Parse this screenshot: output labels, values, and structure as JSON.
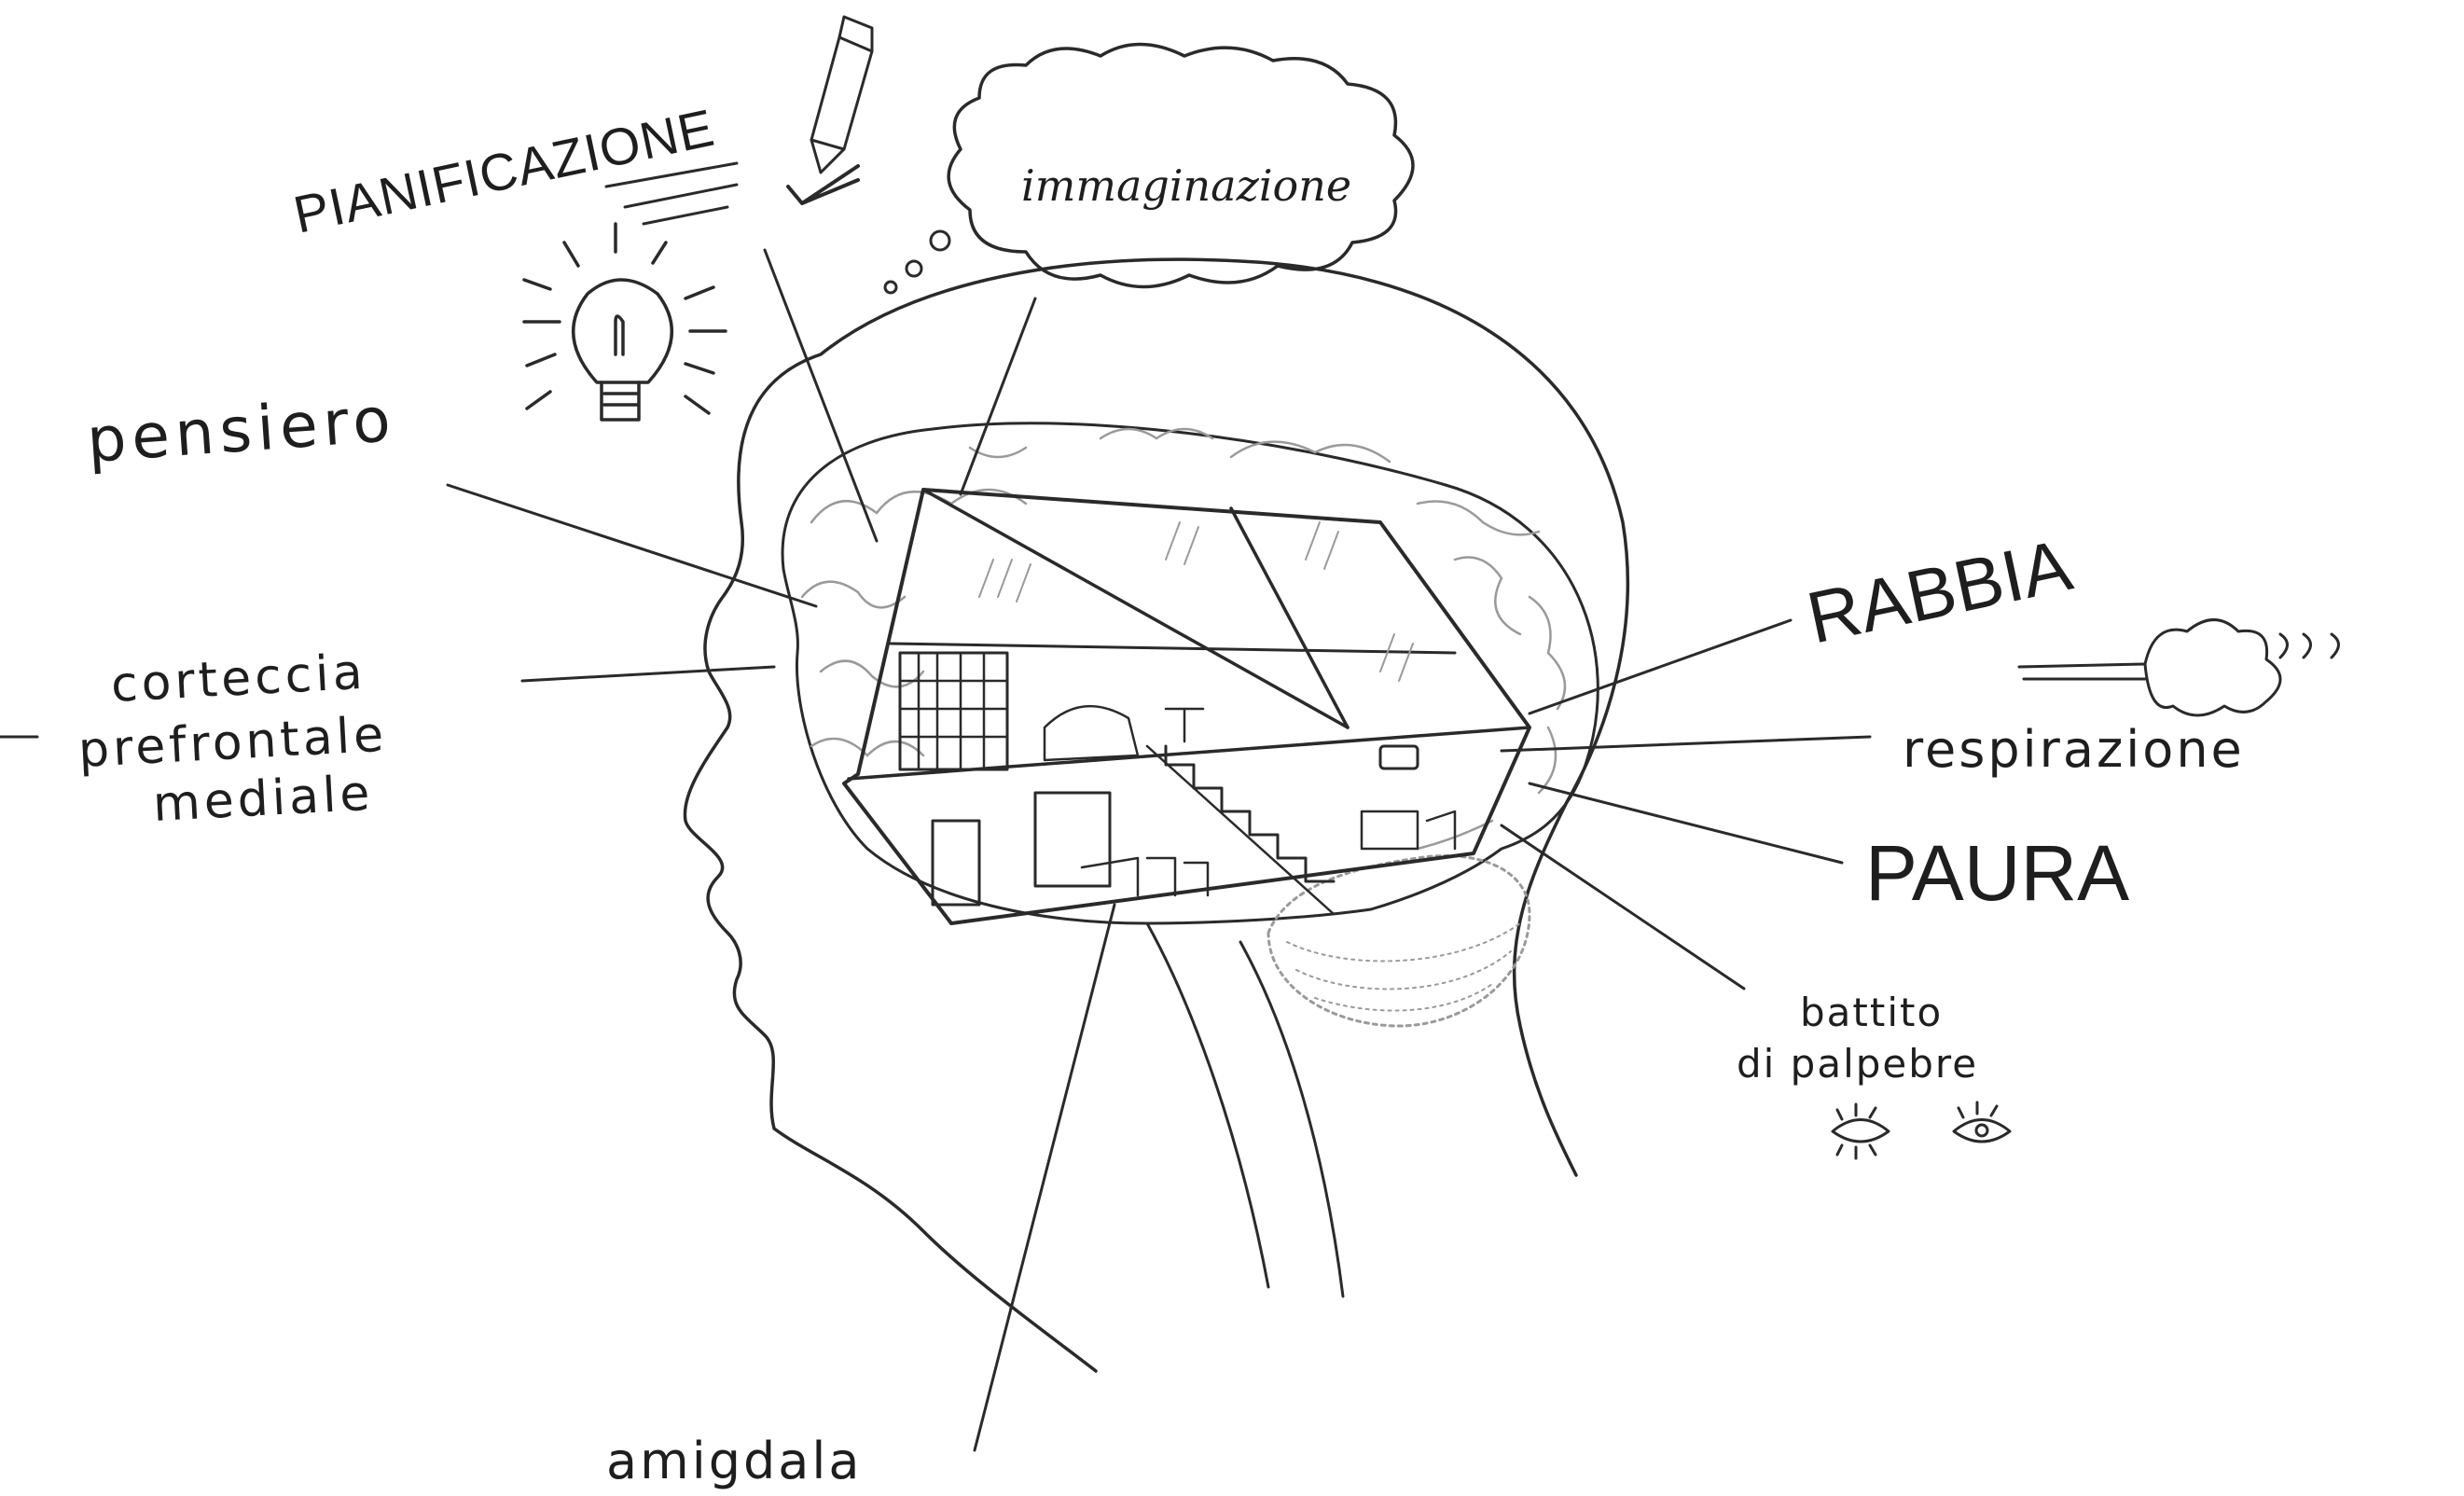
{
  "labels": {
    "pianificazione": "PIANIFICAZIONE",
    "immaginazione": "immaginazione",
    "pensiero": "pensiero",
    "corteccia_line1": "corteccia",
    "corteccia_line2": "prefrontale",
    "corteccia_line3": "mediale",
    "rabbia": "RABBIA",
    "respirazione": "respirazione",
    "paura": "PAURA",
    "battito_line1": "battito",
    "battito_line2": "di palpebre",
    "amigdala": "amigdala"
  },
  "colors": {
    "ink": "#2a2a2a",
    "paper": "#ffffff"
  }
}
